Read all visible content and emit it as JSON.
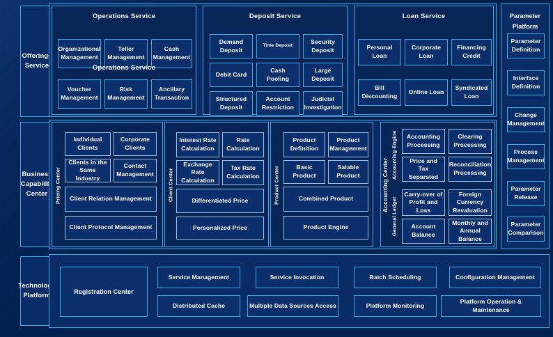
{
  "tiers": [
    {
      "id": "offerings",
      "label": "Offerings\nService"
    },
    {
      "id": "business",
      "label": "Business\nCapability\nCenter"
    },
    {
      "id": "technology",
      "label": "Technology\nPlatform"
    }
  ],
  "offerings_service": {
    "tier_label": "Offerings Service",
    "panels": [
      {
        "title": "Operations Service",
        "duplicate_title": "Operations Service",
        "items": [
          "Organizational Management",
          "Teller Management",
          "Cash Management",
          "Voucher Management",
          "Risk Management",
          "Ancillary Transaction"
        ]
      },
      {
        "title": "Deposit Service",
        "items": [
          "Demand Deposit",
          "Time Deposit",
          "Security Deposit",
          "Debit Card",
          "Cash Pooling",
          "Large Deposit",
          "Structured Deposit",
          "Account Restriction",
          "Judicial Investigation"
        ]
      },
      {
        "title": "Loan Service",
        "items": [
          "Personal Loan",
          "Corporate Loan",
          "Financing Credit",
          "Bill Discounting",
          "Online Loan",
          "Syndicated Loan"
        ]
      }
    ]
  },
  "business_capability_center": {
    "tier_label": "Business Capability Center",
    "panels": [
      {
        "vertical_label": "Pricing Center",
        "items": [
          "Individual Clients",
          "Corporate Clients",
          "Clients in the Same Industry",
          "Contact Management",
          "Client Relation Management",
          "Client Protocol Management"
        ]
      },
      {
        "vertical_label": "Client Center",
        "items": [
          "Interest Rate Calculation",
          "Rate Calculation",
          "Exchange Rate Calculation",
          "Tax Rate Calculation",
          "Differentiated Price",
          "Personalized Price"
        ]
      },
      {
        "vertical_label": "Product Center",
        "items": [
          "Product Definition",
          "Product Management",
          "Basic Product",
          "Salable Product",
          "Combined Product",
          "Product Engine"
        ]
      },
      {
        "vertical_label": "Accounting Center",
        "sub_groups": [
          {
            "vertical_label": "Accounting Engine",
            "items": [
              "Accounting Processing",
              "Clearing Processing",
              "Price and Tax Separated",
              "Reconciliation Processing"
            ]
          },
          {
            "vertical_label": "General Ledger",
            "items": [
              "Carry-over of Profit and Loss",
              "Foreign Currency Revaluation",
              "Account Balance",
              "Monthly and Annual Balance"
            ]
          }
        ]
      }
    ]
  },
  "technology_platform": {
    "tier_label": "Technology Platform",
    "wide_item": "Registration Center",
    "items": [
      "Service Management",
      "Service Invocation",
      "Batch Scheduling",
      "Configuration Management",
      "Distributed Cache",
      "Multiple Data Sources Access",
      "Platform Monitoring",
      "Platform Operation & Maintenance"
    ]
  },
  "parameter_platform": {
    "title": "Parameter\nPlatform",
    "items": [
      "Parameter Definition",
      "Interface Definition",
      "Change Management",
      "Process Management",
      "Parameter Release",
      "Parameter Comparison"
    ]
  },
  "colors": {
    "background": "#03214f",
    "panel": "#072556",
    "cell": "#0a2f6b",
    "border_cyan": "#3ea8e3",
    "border_pale": "#9dc3e6",
    "text": "#ffffff"
  }
}
